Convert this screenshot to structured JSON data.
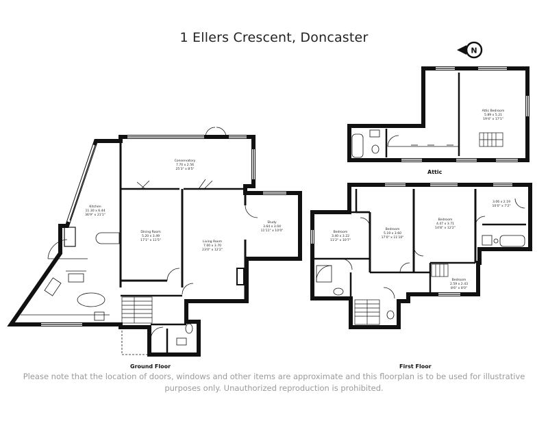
{
  "title": "1 Ellers Crescent, Doncaster",
  "compass": {
    "letter": "N"
  },
  "floors": {
    "ground": "Ground Floor",
    "first": "First Floor",
    "attic": "Attic"
  },
  "rooms": {
    "kitchen": {
      "name": "Kitchen",
      "dims": "11.30 x 6.44",
      "imperial": "36'9\" x 21'1\""
    },
    "conservatory": {
      "name": "Conservatory",
      "dims": "7.70 x 2.56",
      "imperial": "25'3\" x 8'5\""
    },
    "dining": {
      "name": "Dining Room",
      "dims": "5.20 x 3.49",
      "imperial": "17'1\" x 11'5\""
    },
    "living": {
      "name": "Living Room",
      "dims": "7.00 x 3.70",
      "imperial": "23'0\" x 12'2\""
    },
    "study": {
      "name": "Study",
      "dims": "3.64 x 3.04",
      "imperial": "11'11\" x 10'0\""
    },
    "bed_a": {
      "name": "Bedroom",
      "dims": "3.40 x 3.22",
      "imperial": "11'2\" x 10'7\""
    },
    "bed_b": {
      "name": "Bedroom",
      "dims": "5.19 x 3.60",
      "imperial": "17'0\" x 11'10\""
    },
    "bed_c": {
      "name": "Bedroom",
      "dims": "4.47 x 3.71",
      "imperial": "14'8\" x 12'2\""
    },
    "bed_d": {
      "name": "",
      "dims": "3.06 x 2.19",
      "imperial": "10'0\" x 7'2\""
    },
    "bed_e": {
      "name": "Bedroom",
      "dims": "2.59 x 2.43",
      "imperial": "8'6\" x 8'0\""
    },
    "attic_bed": {
      "name": "Attic Bedroom",
      "dims": "5.89 x 5.21",
      "imperial": "19'4\" x 17'1\""
    }
  },
  "disclaimer": "Please note that the location of doors, windows and other items are approximate and this floorplan is to be used for illustrative purposes only. Unauthorized reproduction is prohibited."
}
